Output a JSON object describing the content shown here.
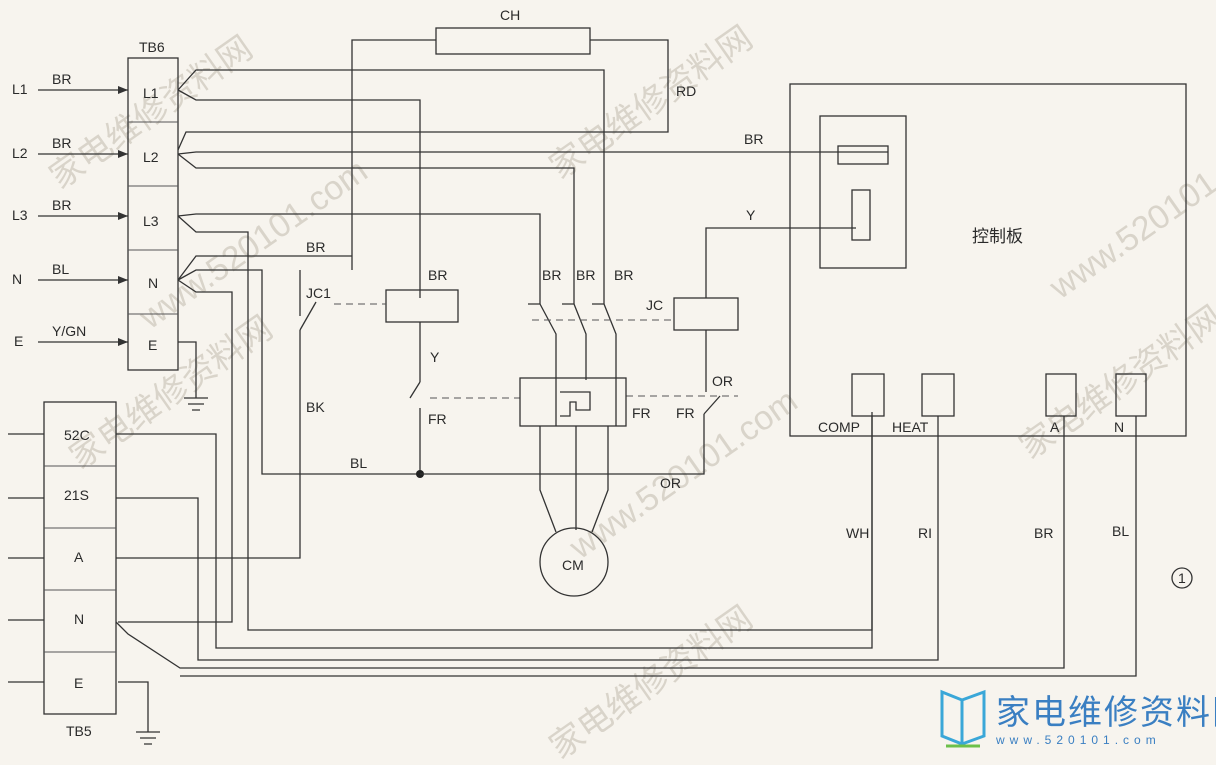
{
  "blocks": {
    "tb6": "TB6",
    "tb5": "TB5",
    "tb6_terminals": [
      "L1",
      "L2",
      "L3",
      "N",
      "E"
    ],
    "tb5_terminals": [
      "52C",
      "21S",
      "A",
      "N",
      "E"
    ]
  },
  "inputs": {
    "lines": [
      "L1",
      "L2",
      "L3",
      "N",
      "E"
    ],
    "colors": [
      "BR",
      "BR",
      "BR",
      "BL",
      "Y/GN"
    ]
  },
  "components": {
    "ch": "CH",
    "jc1": "JC1",
    "jc": "JC",
    "fr": "FR",
    "fr_right": "FR",
    "fr_right2": "FR",
    "cm": "CM",
    "control_board": "控制板",
    "board_ports": [
      "COMP",
      "HEAT",
      "A",
      "N"
    ]
  },
  "wire_labels": {
    "rd": "RD",
    "br_top": "BR",
    "y_top": "Y",
    "br_left": "BR",
    "bk": "BK",
    "br_coil": "BR",
    "y_coil": "Y",
    "bl_mid": "BL",
    "br_c1": "BR",
    "br_c2": "BR",
    "br_c3": "BR",
    "or_right": "OR",
    "or_bottom": "OR",
    "wh": "WH",
    "ri": "RI",
    "br_a": "BR",
    "bl_n": "BL"
  },
  "sheet_mark": "1",
  "watermarks": {
    "url": "www.520101.com",
    "cn": "家电维修资料网"
  },
  "logo": {
    "text": "家电维修资料网",
    "url": "www.520101.com"
  }
}
